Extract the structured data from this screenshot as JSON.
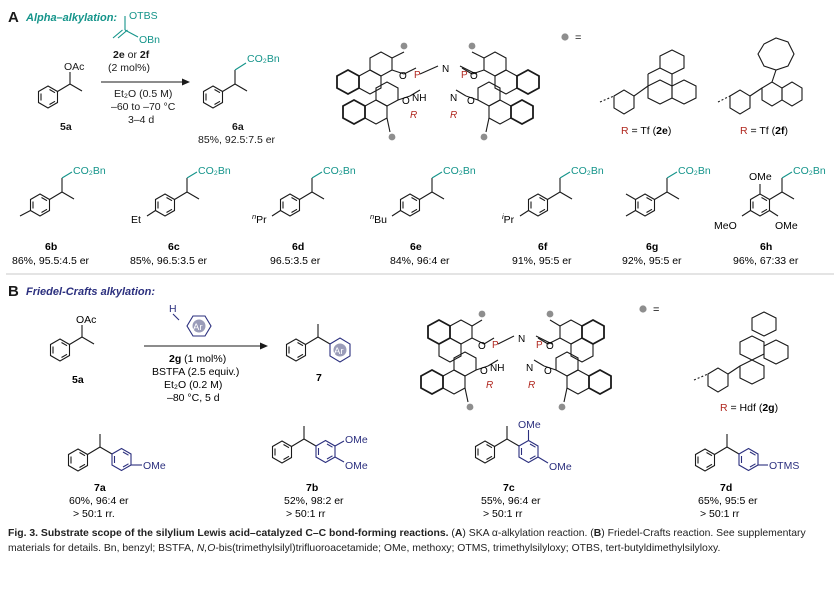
{
  "colors": {
    "teal": "#14948a",
    "navy": "#2b2f7e",
    "red": "#b0271f",
    "dot": "#8e8e8e",
    "text": "#1a1a1a",
    "divider": "#c9c9c9"
  },
  "panelA": {
    "letter": "A",
    "title": "Alpha–alkylation:",
    "substrate_label": "5a",
    "group_oac": "OAc",
    "reagent_otbs": "OTBS",
    "reagent_obn": "OBn",
    "cat_line1_a": "2e",
    "cat_line1_or": " or ",
    "cat_line1_b": "2f",
    "cat_line2": "(2 mol%)",
    "cond1": "Et₂O (0.5 M)",
    "cond2": "–60 to –70 °C",
    "cond3": "3–4 d",
    "product_group": "CO₂Bn",
    "product_label": "6a",
    "product_result": "85%, 92.5:7.5 er",
    "cat_O": "O",
    "cat_P": "P",
    "cat_N": "N",
    "cat_NH": "NH",
    "cat_R": "R",
    "legend_eq": "=",
    "rtf1_R": "R",
    "rtf1_eq": " = Tf (",
    "rtf1_id": "2e",
    "rtf1_close": ")",
    "rtf2_R": "R",
    "rtf2_eq": " = Tf (",
    "rtf2_id": "2f",
    "rtf2_close": ")",
    "products": [
      {
        "id": "6b",
        "result": "86%, 95.5:4.5 er",
        "group": "CO₂Bn",
        "sub": "",
        "sup": ""
      },
      {
        "id": "6c",
        "result": "85%, 96.5:3.5 er",
        "group": "CO₂Bn",
        "sub": "Et",
        "sup": ""
      },
      {
        "id": "6d",
        "result": "96.5:3.5 er",
        "group": "CO₂Bn",
        "sub": "Pr",
        "sup": "n"
      },
      {
        "id": "6e",
        "result": "84%, 96:4 er",
        "group": "CO₂Bn",
        "sub": "Bu",
        "sup": "n"
      },
      {
        "id": "6f",
        "result": "91%, 95:5 er",
        "group": "CO₂Bn",
        "sub": "Pr",
        "sup": "i"
      },
      {
        "id": "6g",
        "result": "92%, 95:5 er",
        "group": "CO₂Bn",
        "sub": "",
        "sup": ""
      },
      {
        "id": "6h",
        "result": "96%, 67:33 er",
        "group": "CO₂Bn",
        "sub": "MeO",
        "sup": "",
        "ome": "OMe"
      }
    ]
  },
  "panelB": {
    "letter": "B",
    "title": "Friedel-Crafts alkylation:",
    "substrate_label": "5a",
    "group_oac": "OAc",
    "reagent_h": "H",
    "reagent_ar": "Ar",
    "cat_id": "2g",
    "cat_loading": " (1 mol%)",
    "cond1": "BSTFA (2.5 equiv.)",
    "cond2": "Et₂O (0.2 M)",
    "cond3": "–80 °C, 5 d",
    "product_label": "7",
    "product_ar": "Ar",
    "cat_O": "O",
    "cat_P": "P",
    "cat_N": "N",
    "cat_NH": "NH",
    "cat_R": "R",
    "legend_eq": "=",
    "rhdf_R": "R",
    "rhdf_eq": " = Hdf (",
    "rhdf_id": "2g",
    "rhdf_close": ")",
    "products": [
      {
        "id": "7a",
        "line1": "60%, 96:4 er",
        "line2": "> 50:1 rr.",
        "groups": [
          "OMe"
        ]
      },
      {
        "id": "7b",
        "line1": "52%, 98:2 er",
        "line2": "> 50:1 rr",
        "groups": [
          "OMe",
          "OMe"
        ]
      },
      {
        "id": "7c",
        "line1": "55%, 96:4 er",
        "line2": "> 50:1 rr",
        "groups": [
          "OMe",
          "OMe"
        ]
      },
      {
        "id": "7d",
        "line1": "65%, 95:5 er",
        "line2": "> 50:1 rr",
        "groups": [
          "OTMS"
        ]
      }
    ]
  },
  "caption": {
    "fig": "Fig. 3. Substrate scope of the silylium Lewis acid–catalyzed C–C bond-forming reactions.",
    "a_open": " (",
    "a_letter": "A",
    "a_text": ") SKA α-alkylation reaction. (",
    "b_letter": "B",
    "b_text": ") Friedel-Crafts reaction. See supplementary materials for details. Bn, benzyl; BSTFA, ",
    "bstfa_italic": "N,O",
    "rest": "-bis(trimethylsilyl)trifluoroacetamide; OMe, methoxy; OTMS, trimethylsilyloxy; OTBS, tert-butyldimethylsilyloxy."
  }
}
